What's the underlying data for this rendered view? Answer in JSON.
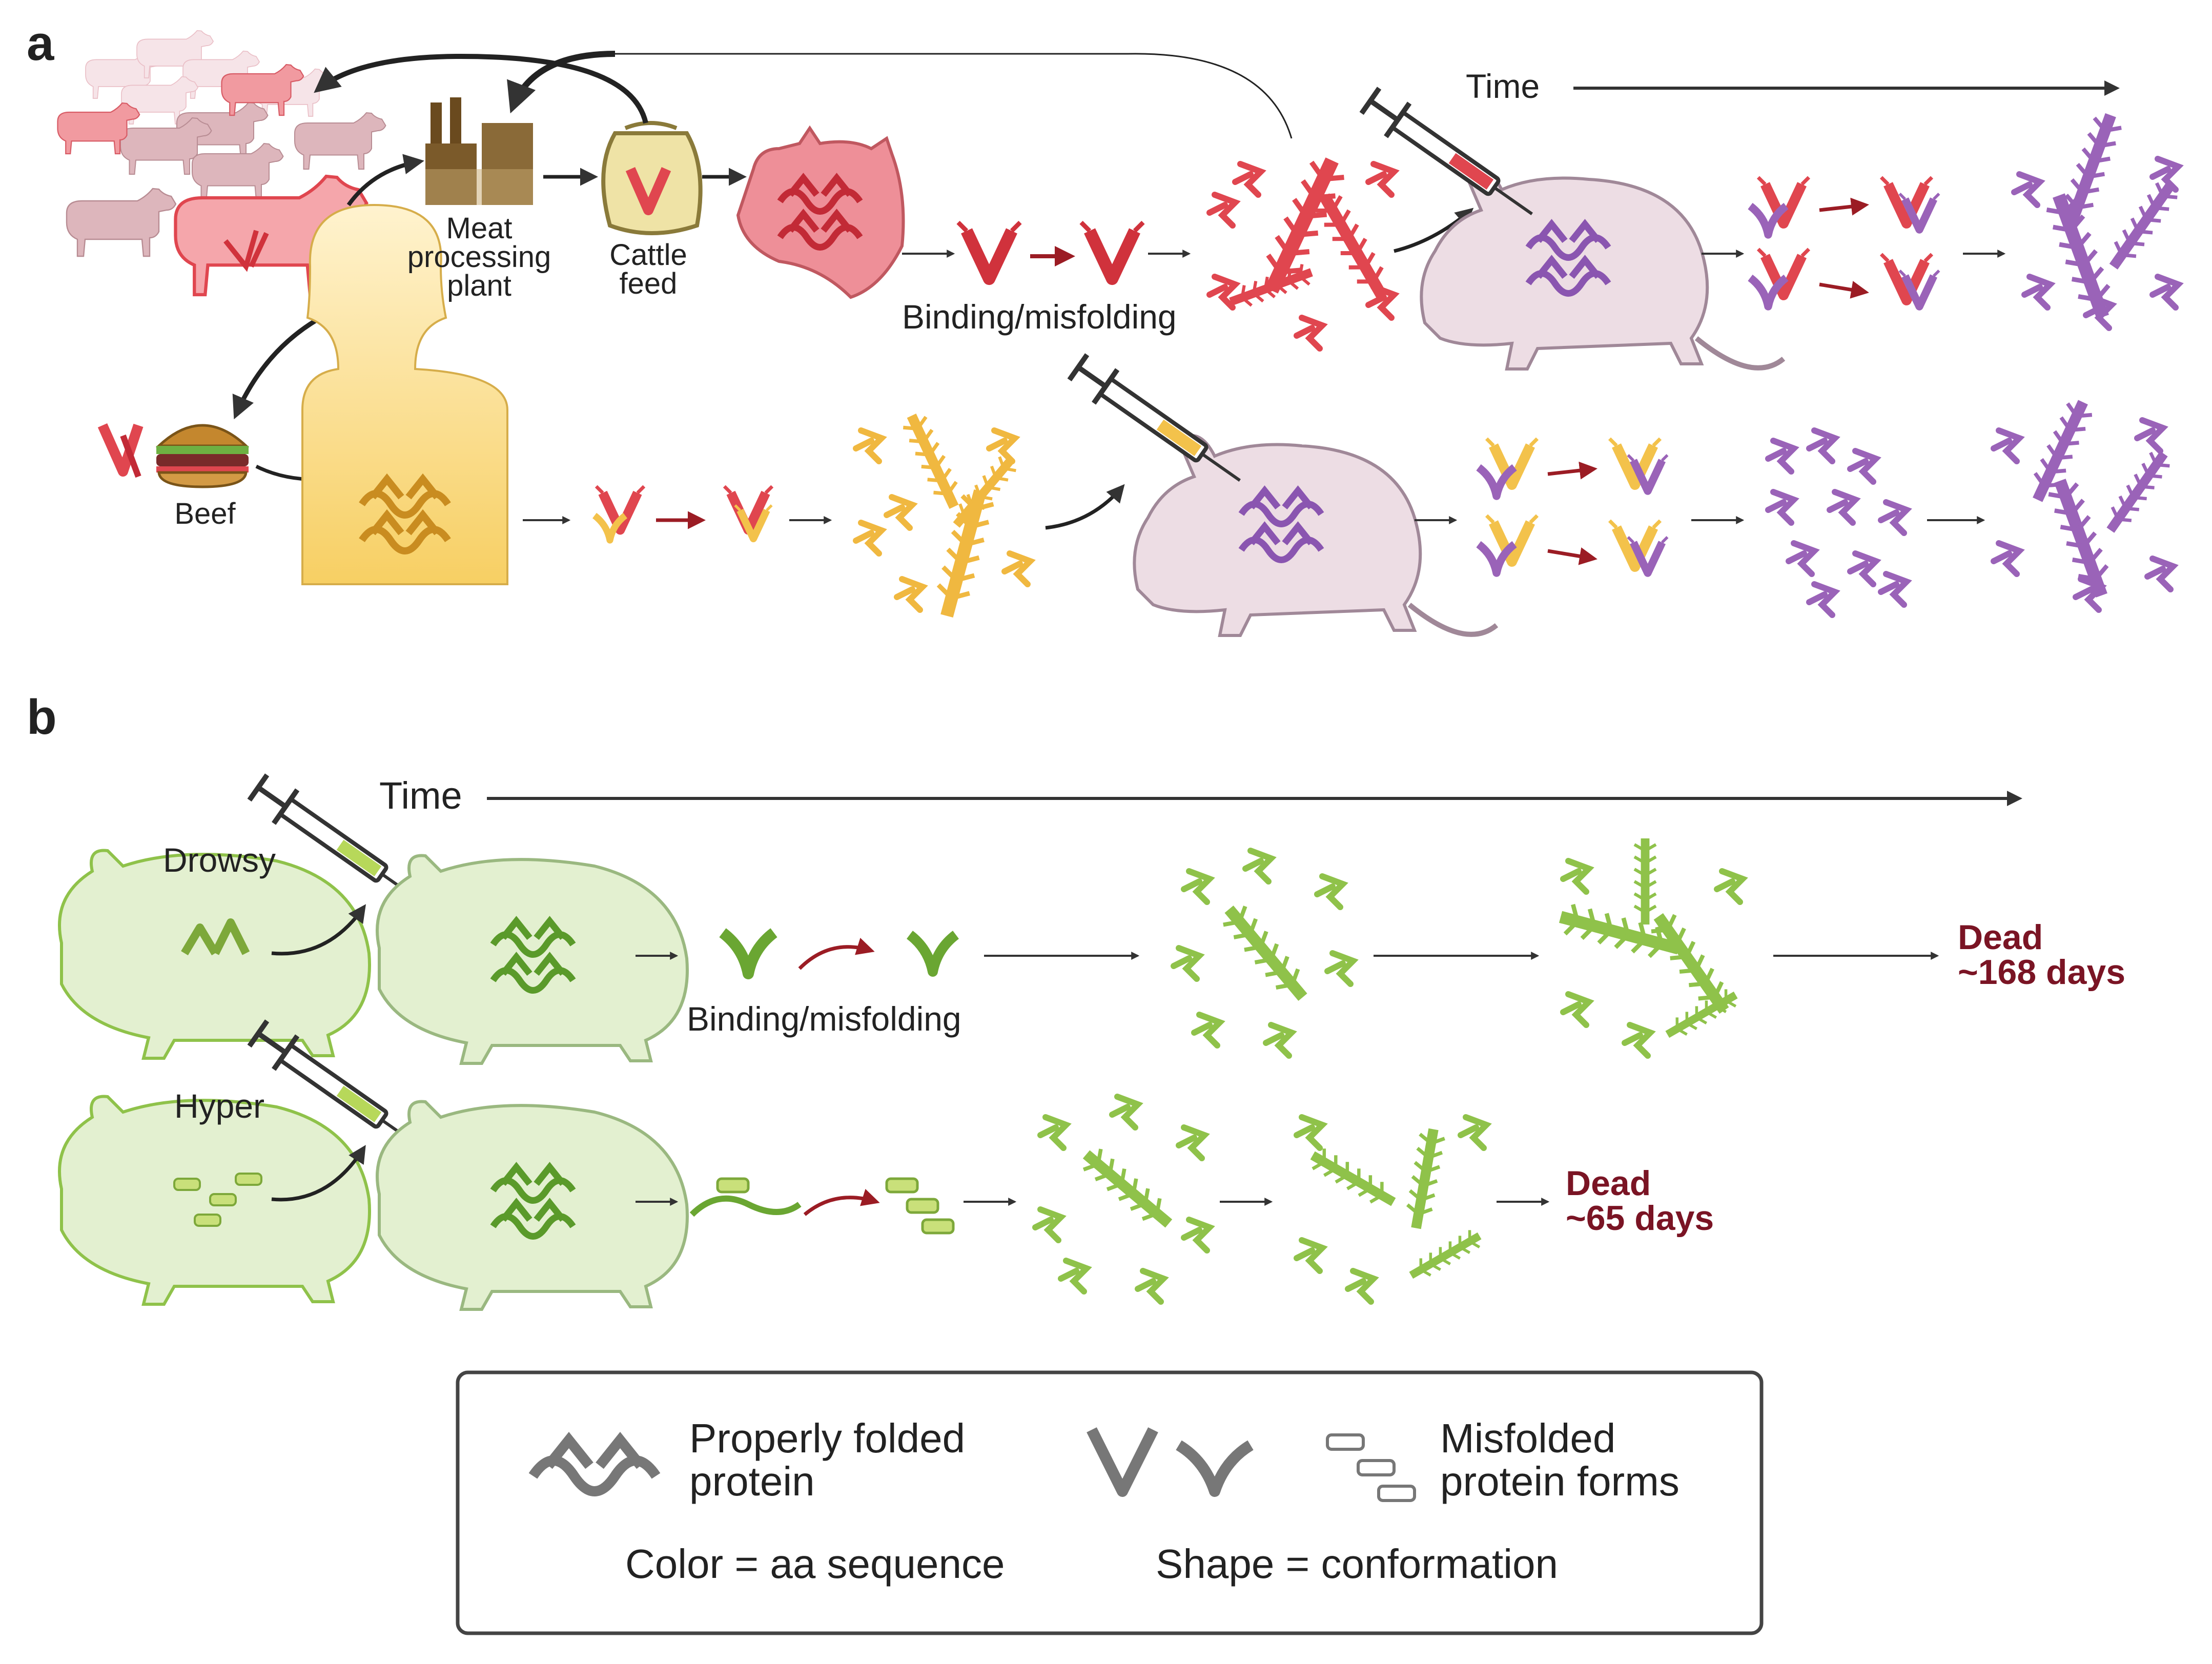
{
  "panels": {
    "a": "a",
    "b": "b"
  },
  "panel_a": {
    "time_label": "Time",
    "meat_plant_label": "Meat processing plant",
    "cattle_feed_label": "Cattle feed",
    "binding_label": "Binding/misfolding",
    "beef_label": "Beef"
  },
  "panel_b": {
    "time_label": "Time",
    "drowsy_label": "Drowsy",
    "hyper_label": "Hyper",
    "binding_label": "Binding/misfolding",
    "drowsy_outcome": {
      "line1": "Dead",
      "line2": "~168 days"
    },
    "hyper_outcome": {
      "line1": "Dead",
      "line2": "~65 days"
    }
  },
  "legend": {
    "properly_folded": "Properly folded protein",
    "misfolded": "Misfolded protein forms",
    "color_note": "Color = aa sequence",
    "shape_note": "Shape = conformation"
  },
  "colors": {
    "bovine_red": "#e0464f",
    "cow_fill": "#f1a5ab",
    "human_yellow": "#f3c24b",
    "human_fill": "#fbe39a",
    "rodent_purple": "#9a63b8",
    "mouse_fill": "#e8d3df",
    "hamster_green": "#8fc24a",
    "hamster_fill": "#e3f0d0",
    "dead_text": "#7a1424",
    "arrow_dark": "#333333",
    "arrow_red": "#9b1c24"
  },
  "icons": [
    "cow-icon",
    "factory-icon",
    "feed-sack-icon",
    "cow-head-icon",
    "mouse-icon",
    "syringe-icon",
    "human-silhouette-icon",
    "burger-icon",
    "hamster-icon",
    "protein-fibril-icon"
  ]
}
